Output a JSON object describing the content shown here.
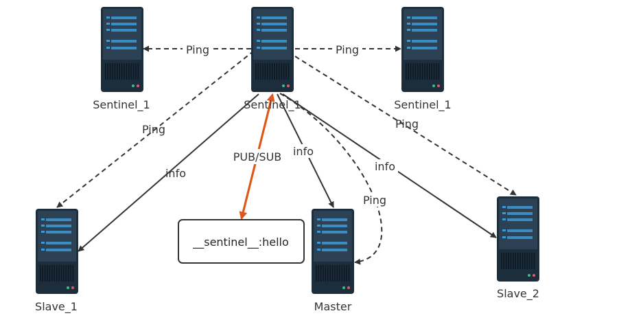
{
  "nodes": {
    "sentinel_left": {
      "label": "Sentinel_1"
    },
    "sentinel_center": {
      "label": "Sentinel_1"
    },
    "sentinel_right": {
      "label": "Sentinel_1"
    },
    "slave_1": {
      "label": "Slave_1"
    },
    "master": {
      "label": "Master"
    },
    "slave_2": {
      "label": "Slave_2"
    }
  },
  "channel_box": {
    "label": "__sentinel__:hello"
  },
  "edges": {
    "ping_to_left": {
      "label": "Ping",
      "style": "dashed"
    },
    "ping_to_right": {
      "label": "Ping",
      "style": "dashed"
    },
    "ping_to_slave_1": {
      "label": "Ping",
      "style": "dashed"
    },
    "ping_to_slave_2": {
      "label": "Ping",
      "style": "dashed"
    },
    "ping_to_master": {
      "label": "Ping",
      "style": "dashed"
    },
    "info_to_slave_1": {
      "label": "info",
      "style": "solid"
    },
    "info_to_master": {
      "label": "info",
      "style": "solid"
    },
    "info_to_slave_2": {
      "label": "info",
      "style": "solid"
    },
    "pubsub": {
      "label": "PUB/SUB",
      "style": "bidirectional"
    }
  },
  "colors": {
    "line": "#333333",
    "pubsub": "#e0591a",
    "server_body": "#1c2d3c",
    "server_panel": "#2c4154",
    "server_bar": "#3d9bd6",
    "led_green": "#3bbf8a",
    "led_red": "#e05a6a"
  },
  "icons": {
    "server": "server-icon"
  }
}
